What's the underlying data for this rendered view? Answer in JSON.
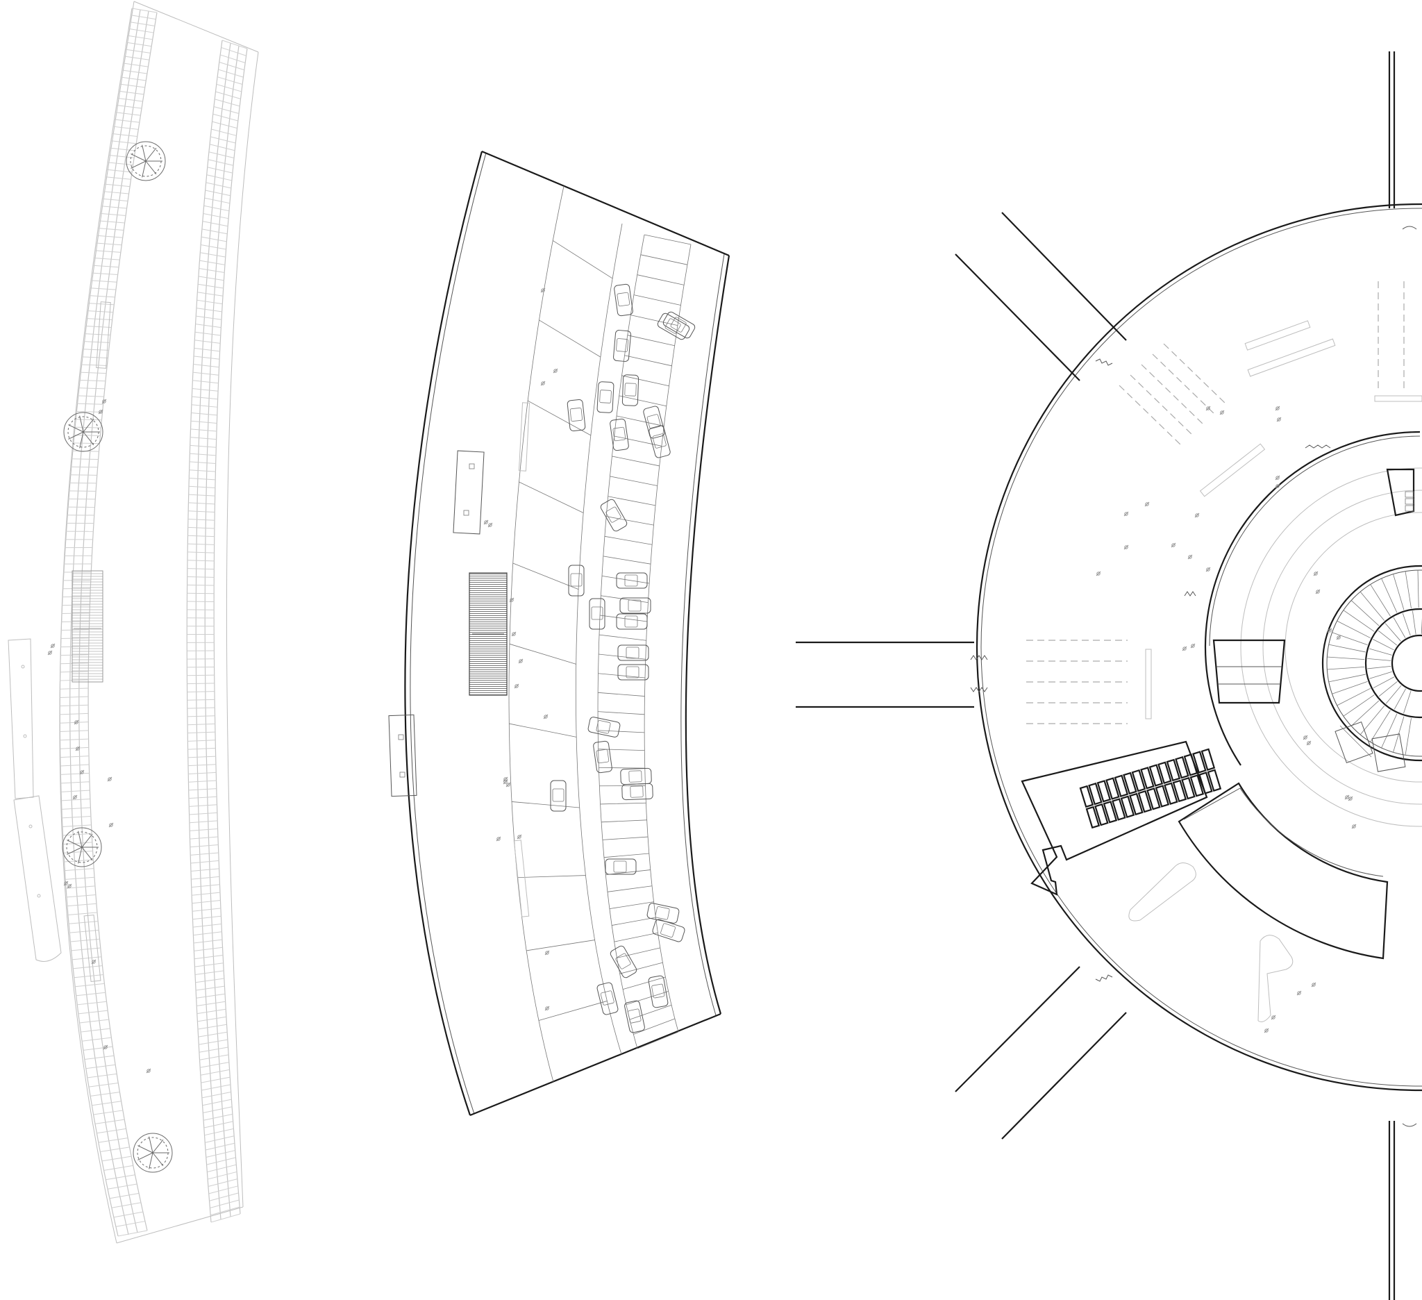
{
  "drawing": {
    "type": "architectural site plan",
    "colors": {
      "background": "#ffffff",
      "ink": "#1a1a1a",
      "light_line": "#c4c4c4",
      "mid_line": "#777777"
    },
    "sections": [
      {
        "id": "rail-track-segment",
        "tree_count": 4,
        "train_cars": 2,
        "benches": 2
      },
      {
        "id": "parking-road-segment",
        "bus_count": 2
      },
      {
        "id": "circular-terminal-building",
        "radial_roads": 5
      }
    ]
  }
}
